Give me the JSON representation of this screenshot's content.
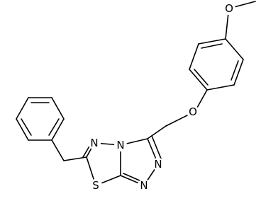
{
  "molecule": {
    "atoms": [
      {
        "id": "S1",
        "label": "S"
      },
      {
        "id": "N_tz",
        "label": "N"
      },
      {
        "id": "N_bridge",
        "label": "N"
      },
      {
        "id": "N_tr1",
        "label": "N"
      },
      {
        "id": "N_tr2",
        "label": "N"
      },
      {
        "id": "O_ether",
        "label": "O"
      },
      {
        "id": "O_methoxy",
        "label": "O"
      }
    ],
    "colors": {
      "bond": "#000000",
      "label": "#000000",
      "background": "#ffffff"
    }
  }
}
